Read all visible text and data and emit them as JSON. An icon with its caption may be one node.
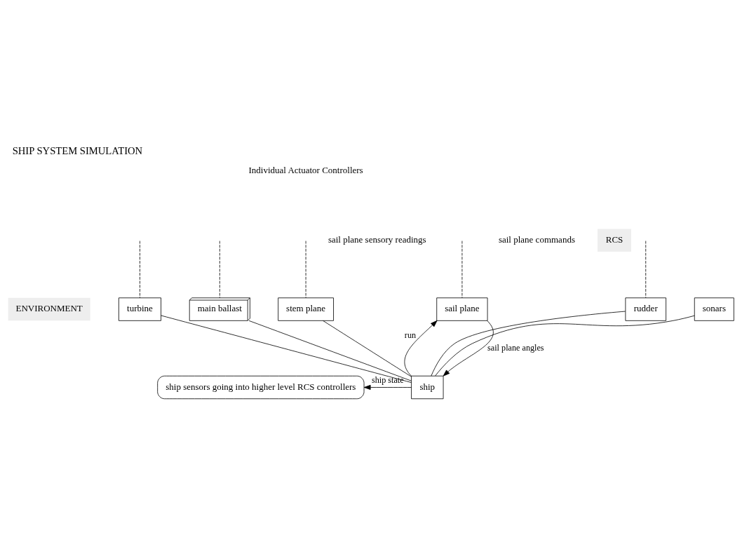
{
  "diagram": {
    "title": "SHIP SYSTEM SIMULATION",
    "nodes": [
      {
        "text": [
          "turbine"
        ]
      },
      {
        "text": [
          "main ballast"
        ]
      },
      {
        "text": [
          "stem plane"
        ]
      },
      {
        "text": [
          "sail plane"
        ]
      },
      {
        "text": [
          "rudder"
        ]
      },
      {
        "text": [
          "sonars"
        ]
      },
      {
        "text": [
          "ship"
        ]
      },
      {
        "text": [
          "ship sensors going into higher level RCS controllers"
        ]
      }
    ],
    "edges": [
      {
        "from": 0,
        "to": null,
        "arrow": "none",
        "style": "dashed"
      },
      {
        "from": 1,
        "to": null,
        "arrow": "none",
        "style": "dashed"
      },
      {
        "from": 2,
        "to": null,
        "arrow": "none",
        "style": "dashed"
      },
      {
        "from": 3,
        "to": null,
        "arrow": "none",
        "style": "dashed"
      },
      {
        "from": 4,
        "to": null,
        "arrow": "none",
        "style": "dashed"
      },
      {
        "from": 0,
        "to": 6,
        "arrow": "none"
      },
      {
        "from": 1,
        "to": 6,
        "arrow": "none"
      },
      {
        "from": 2,
        "to": 6,
        "arrow": "none"
      },
      {
        "from": 4,
        "to": 6,
        "arrow": "none"
      },
      {
        "from": 5,
        "to": 6,
        "arrow": "none"
      },
      {
        "from": 6,
        "to": 3,
        "arrow": "to",
        "label": "run"
      },
      {
        "from": 3,
        "to": 6,
        "arrow": "to",
        "label": "sail plane angles"
      },
      {
        "from": 6,
        "to": 7,
        "arrow": "to",
        "label": "ship state"
      }
    ],
    "labels": [
      "Individual Actuator Controllers",
      "RCS",
      "ENVIRONMENT",
      "sail plane sensory readings",
      "sail plane commands"
    ]
  }
}
